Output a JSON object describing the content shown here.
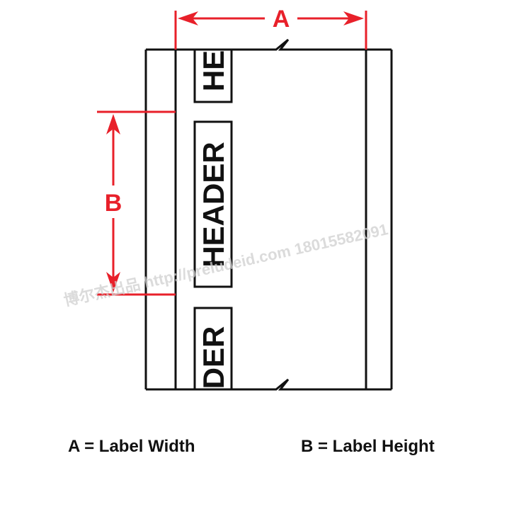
{
  "diagram": {
    "dimension_a_letter": "A",
    "dimension_b_letter": "B",
    "label_texts": {
      "top": "HE",
      "middle": "HEADER",
      "bottom": "DER"
    },
    "watermark": "博尔杰出品 http://preludeid.com 18015582091"
  },
  "legend": {
    "a": "A = Label Width",
    "b": "B = Label Height"
  },
  "colors": {
    "dimension": "#e8202a",
    "outline": "#111111",
    "watermark": "#d0d0d0"
  }
}
